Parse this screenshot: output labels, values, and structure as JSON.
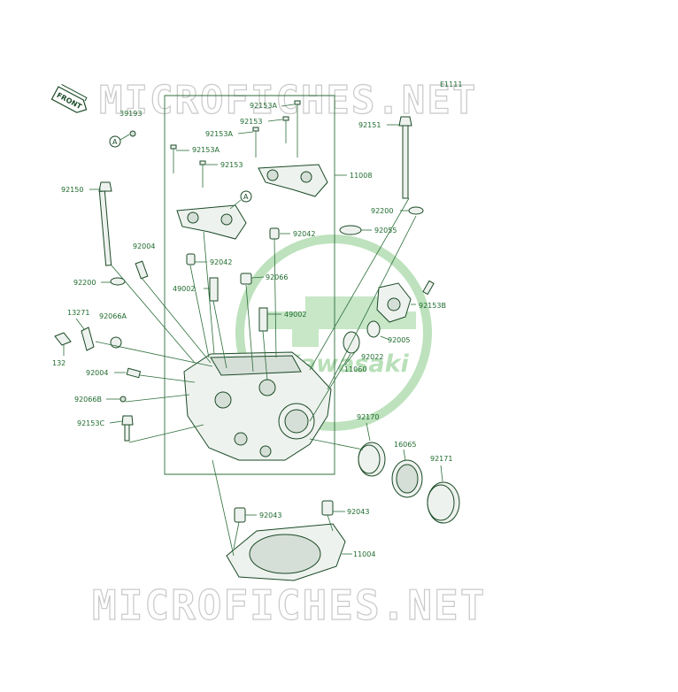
{
  "diagram_code": "E1111",
  "front_tag": "FRONT",
  "watermark": "MICROFICHES.NET",
  "logo_text": "Kawasaki",
  "colors": {
    "label": "#1f6b2e",
    "line": "#2c6e3a",
    "watermark": "#c9c9c9",
    "logo": "#9fd49f"
  },
  "callout_a": "A",
  "part_labels": [
    {
      "id": "p-92153a-top",
      "text": "92153A"
    },
    {
      "id": "p-92153-top",
      "text": "92153"
    },
    {
      "id": "p-92153a-mid",
      "text": "92153A"
    },
    {
      "id": "p-92153a-low",
      "text": "92153A"
    },
    {
      "id": "p-92153-low",
      "text": "92153"
    },
    {
      "id": "p-11008",
      "text": "11008"
    },
    {
      "id": "p-92151",
      "text": "92151"
    },
    {
      "id": "p-39193",
      "text": "39193"
    },
    {
      "id": "p-92150",
      "text": "92150"
    },
    {
      "id": "p-92200-right",
      "text": "92200"
    },
    {
      "id": "p-92042-right",
      "text": "92042"
    },
    {
      "id": "p-92055",
      "text": "92055"
    },
    {
      "id": "p-92004-top",
      "text": "92004"
    },
    {
      "id": "p-92042-left",
      "text": "92042"
    },
    {
      "id": "p-92200-left",
      "text": "92200"
    },
    {
      "id": "p-49002-left",
      "text": "49002"
    },
    {
      "id": "p-92066",
      "text": "92066"
    },
    {
      "id": "p-92153b",
      "text": "92153B"
    },
    {
      "id": "p-13271",
      "text": "13271"
    },
    {
      "id": "p-92066a",
      "text": "92066A"
    },
    {
      "id": "p-49002-mid",
      "text": "49002"
    },
    {
      "id": "p-92005",
      "text": "92005"
    },
    {
      "id": "p-132",
      "text": "132"
    },
    {
      "id": "p-92022",
      "text": "92022"
    },
    {
      "id": "p-11060",
      "text": "11060"
    },
    {
      "id": "p-92004-low",
      "text": "92004"
    },
    {
      "id": "p-92066b",
      "text": "92066B"
    },
    {
      "id": "p-92170",
      "text": "92170"
    },
    {
      "id": "p-92153c",
      "text": "92153C"
    },
    {
      "id": "p-16065",
      "text": "16065"
    },
    {
      "id": "p-92171",
      "text": "92171"
    },
    {
      "id": "p-92043-left",
      "text": "92043"
    },
    {
      "id": "p-92043-right",
      "text": "92043"
    },
    {
      "id": "p-11004",
      "text": "11004"
    }
  ]
}
